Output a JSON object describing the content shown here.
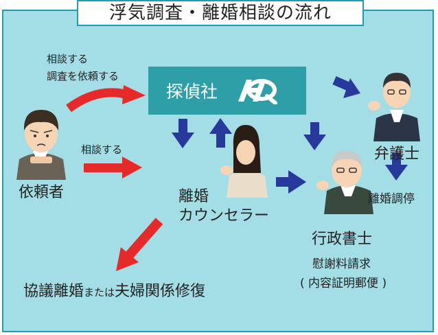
{
  "title": "浮気調査・離婚相談の流れ",
  "agency": {
    "name": "探偵社"
  },
  "client": {
    "label": "依頼者"
  },
  "lawyer": {
    "label": "弁護士"
  },
  "counselor": {
    "line1": "離婚",
    "line2": "カウンセラー"
  },
  "scrivener": {
    "label": "行政書士",
    "note1": "慰謝料請求",
    "note2": "( 内容証明郵便 )"
  },
  "arrow_labels": {
    "consult1": "相談する",
    "request": "調査を依頼する",
    "consult2": "相談する",
    "mediation": "離婚調停"
  },
  "outcome": {
    "main1": "協議離婚",
    "small": "または",
    "main2": "夫婦関係修復"
  },
  "colors": {
    "panel_bg": "#a3dde5",
    "border": "#1e9cb4",
    "agency_bg": "#2e9fa6",
    "red_arrow": "#e62a2a",
    "blue_arrow": "#27399a"
  }
}
